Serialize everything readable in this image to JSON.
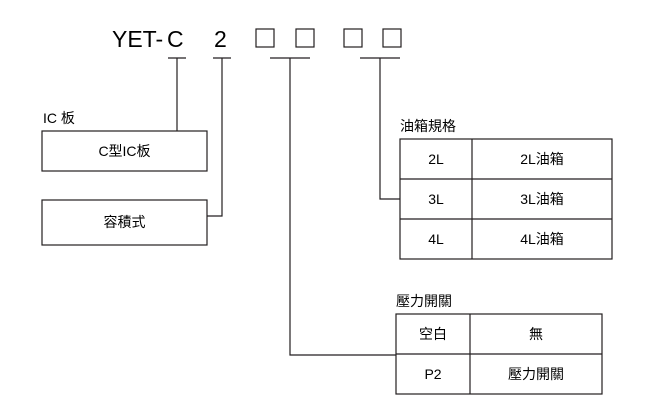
{
  "model_code": {
    "prefix": "YET-",
    "part1": "C",
    "part2": "2"
  },
  "ic_board": {
    "title": "IC 板",
    "value": "C型IC板"
  },
  "volume_type": {
    "value": "容積式"
  },
  "tank_spec": {
    "title": "油箱規格",
    "rows": [
      {
        "code": "2L",
        "desc": "2L油箱"
      },
      {
        "code": "3L",
        "desc": "3L油箱"
      },
      {
        "code": "4L",
        "desc": "4L油箱"
      }
    ]
  },
  "pressure_switch": {
    "title": "壓力開關",
    "rows": [
      {
        "code": "空白",
        "desc": "無"
      },
      {
        "code": "P2",
        "desc": "壓力開關"
      }
    ]
  }
}
